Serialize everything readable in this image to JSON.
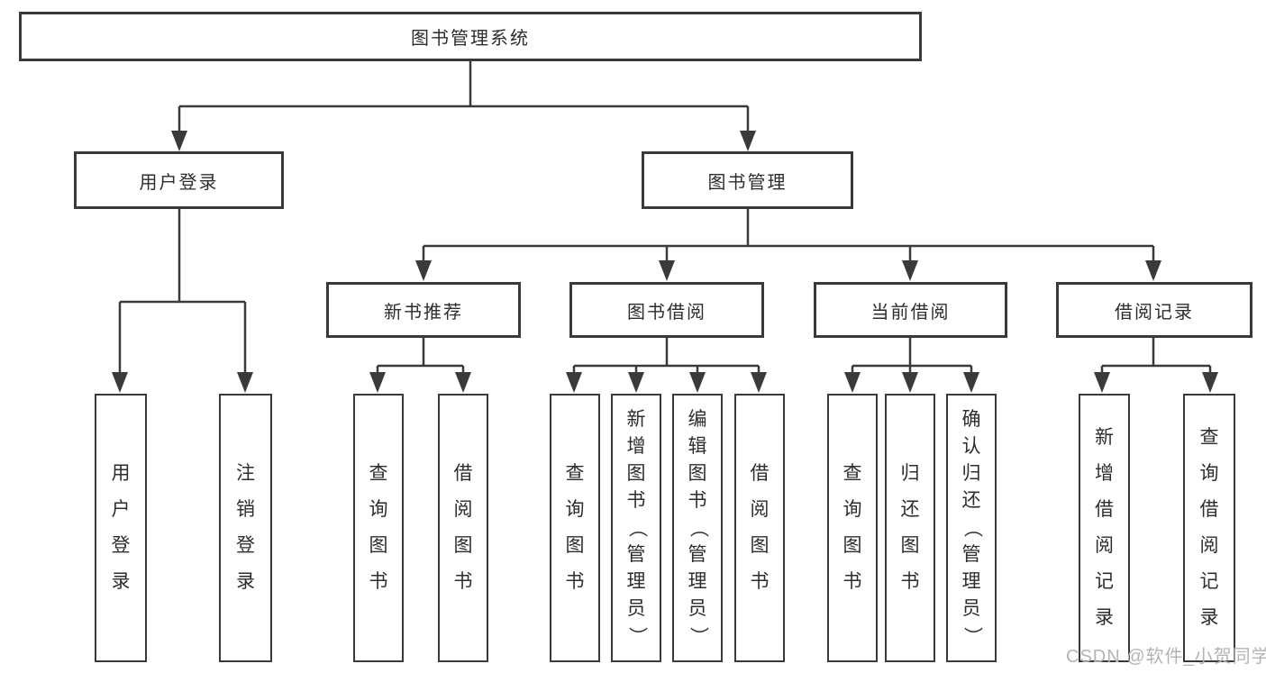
{
  "tree": {
    "label": "图书管理系统",
    "children": [
      {
        "label": "用户登录",
        "children": [
          {
            "label": "用户登录"
          },
          {
            "label": "注销登录"
          }
        ]
      },
      {
        "label": "图书管理",
        "children": [
          {
            "label": "新书推荐",
            "children": [
              {
                "label": "查询图书"
              },
              {
                "label": "借阅图书"
              }
            ]
          },
          {
            "label": "图书借阅",
            "children": [
              {
                "label": "查询图书"
              },
              {
                "label": "新增图书（管理员）"
              },
              {
                "label": "编辑图书（管理员）"
              },
              {
                "label": "借阅图书"
              }
            ]
          },
          {
            "label": "当前借阅",
            "children": [
              {
                "label": "查询图书"
              },
              {
                "label": "归还图书"
              },
              {
                "label": "确认归还（管理员）"
              }
            ]
          },
          {
            "label": "借阅记录",
            "children": [
              {
                "label": "新增借阅记录"
              },
              {
                "label": "查询借阅记录"
              }
            ]
          }
        ]
      }
    ]
  },
  "watermark": "CSDN @软件_小贺同学",
  "colors": {
    "line": "#3a3a3a",
    "box_border": "#3a3a3a",
    "text": "#2d2d2d",
    "background": "#ffffff",
    "watermark": "#b4b4b4"
  }
}
